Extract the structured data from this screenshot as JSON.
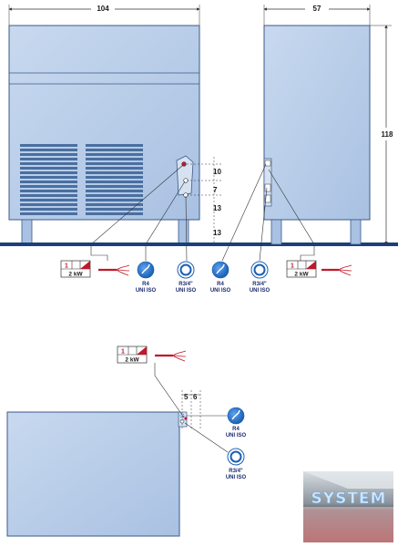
{
  "colors": {
    "panel_fill": "#b9cde8",
    "panel_stroke": "#3a5a8a",
    "grille": "#4a6fa0",
    "dim_line": "#333333",
    "floor": "#1c3f7a",
    "water_blue": "#1b5fb4",
    "power_red": "#c0182a"
  },
  "dimensions": {
    "width": "104",
    "depth": "57",
    "height": "118",
    "offset_top": "10",
    "offset_mid": "7",
    "offset_low": "13",
    "offset_floor": "13",
    "top_a": "5",
    "top_b": "6"
  },
  "connections": {
    "power_phase": "1",
    "power_rating": "2 kW",
    "water_inlet": {
      "size": "R4",
      "std": "UNI ISO"
    },
    "drain": {
      "size": "R3/4\"",
      "std": "UNI ISO"
    }
  },
  "logo": {
    "text": "SYSTEM",
    "colors": [
      "#e8f4ff",
      "#9ec3e6"
    ]
  }
}
